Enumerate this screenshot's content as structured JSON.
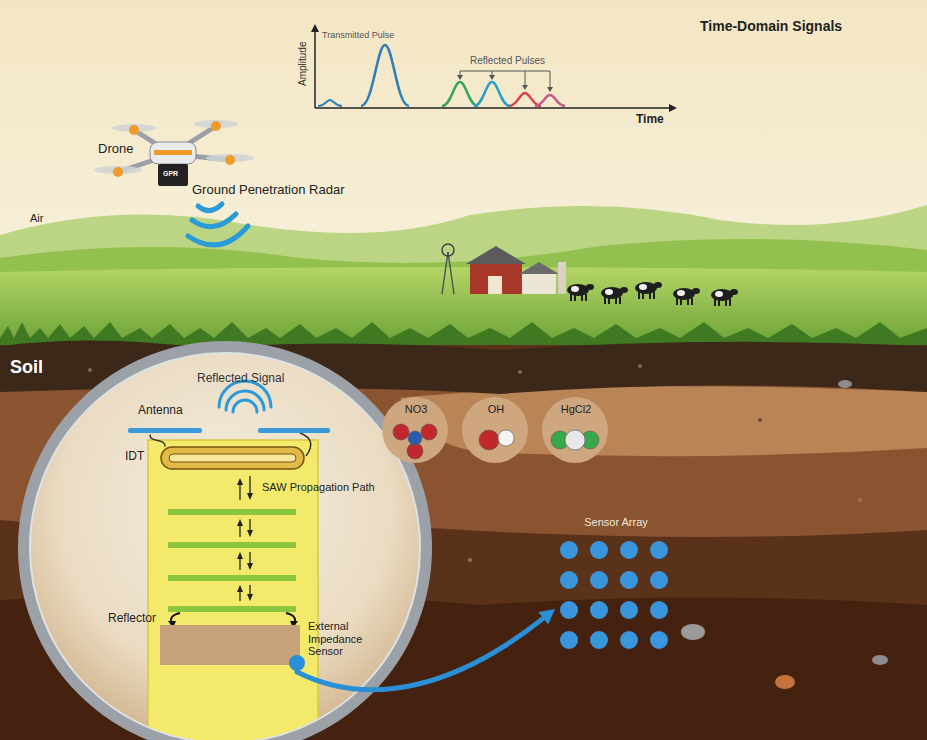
{
  "diagram": {
    "nodes": [
      {
        "text": [
          "Antenna"
        ]
      },
      {
        "text": [
          "IDT"
        ]
      },
      {
        "text": [
          "External Impedance Sensor"
        ]
      },
      {
        "text": [
          "Sensor Array"
        ]
      },
      {
        "text": [
          "NO3"
        ]
      },
      {
        "text": [
          "OH"
        ]
      },
      {
        "text": [
          "HgCl2"
        ]
      }
    ],
    "edges": [
      {
        "from": 0,
        "to": 1,
        "arrow": "none"
      },
      {
        "from": 2,
        "to": 3,
        "arrow": "to"
      }
    ],
    "labels": [
      "Time-Domain Signals",
      "Amplitude",
      "Time",
      "Transmitted Pulse",
      "Reflected Pulses",
      "Drone",
      "Ground Penetration Radar",
      "Air",
      "Soil",
      "Reflected Signal",
      "SAW Propagation Path",
      "Reflector",
      "GPR"
    ]
  }
}
